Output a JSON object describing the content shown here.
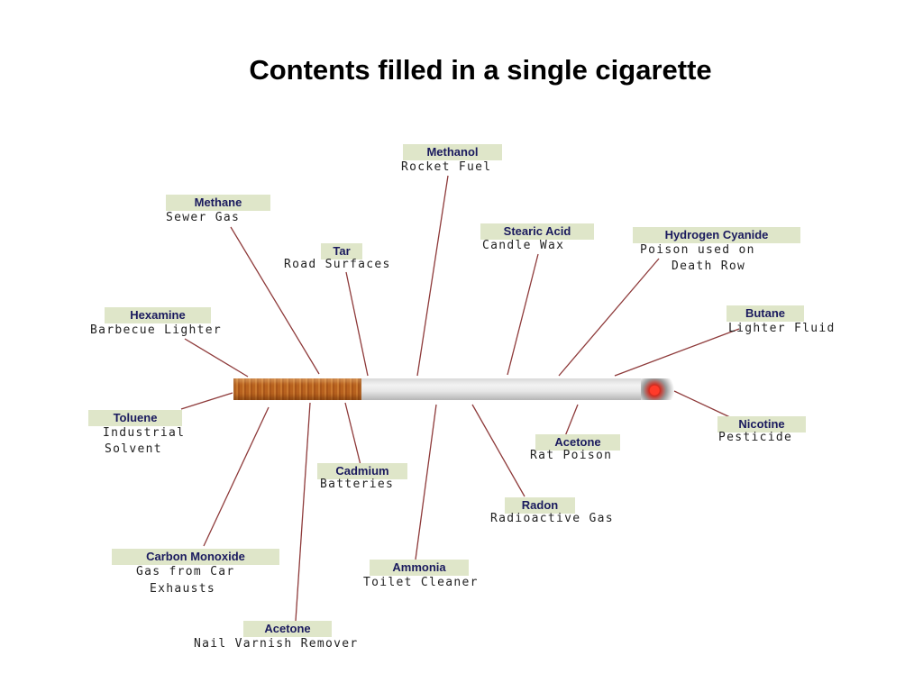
{
  "title": "Contents filled in a single cigarette",
  "items": [
    {
      "name": "Methanol",
      "description": "Rocket Fuel"
    },
    {
      "name": "Methane",
      "description": "Sewer Gas"
    },
    {
      "name": "Tar",
      "description": "Road Surfaces"
    },
    {
      "name": "Stearic Acid",
      "description": "Candle Wax"
    },
    {
      "name": "Hydrogen Cyanide",
      "description": "Poison used on",
      "description_2": "Death Row"
    },
    {
      "name": "Hexamine",
      "description": "Barbecue Lighter"
    },
    {
      "name": "Butane",
      "description": "Lighter Fluid"
    },
    {
      "name": "Toluene",
      "description": "Industrial",
      "description_2": "Solvent"
    },
    {
      "name": "Nicotine",
      "description": "Pesticide"
    },
    {
      "name": "Cadmium",
      "description": "Batteries"
    },
    {
      "name": "Acetone",
      "description": "Rat Poison"
    },
    {
      "name": "Radon",
      "description": "Radioactive Gas"
    },
    {
      "name": "Carbon Monoxide",
      "description": "Gas from Car",
      "description_2": "Exhausts"
    },
    {
      "name": "Ammonia",
      "description": "Toilet Cleaner"
    },
    {
      "name": "Acetone",
      "description": "Nail Varnish Remover"
    }
  ],
  "colors": {
    "label_background": "#dfe6c9",
    "label_text": "#1a1a5e",
    "connector": "#8e3a3a"
  }
}
